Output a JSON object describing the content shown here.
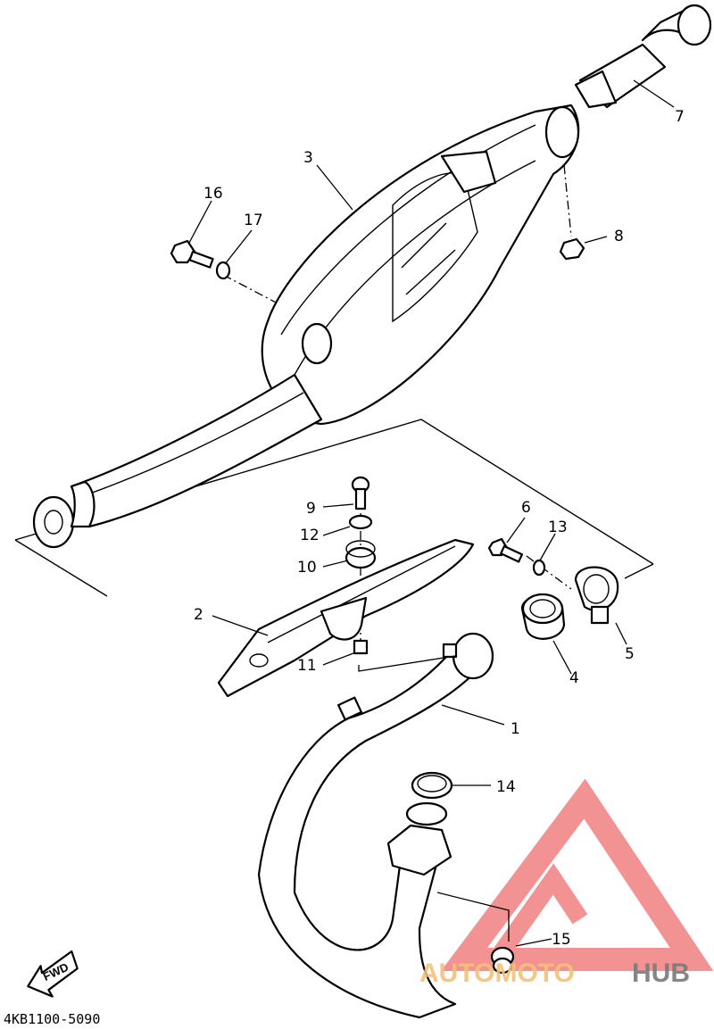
{
  "diagram": {
    "callouts": [
      {
        "id": "c1",
        "label": "1"
      },
      {
        "id": "c2",
        "label": "2"
      },
      {
        "id": "c3",
        "label": "3"
      },
      {
        "id": "c4",
        "label": "4"
      },
      {
        "id": "c5",
        "label": "5"
      },
      {
        "id": "c6",
        "label": "6"
      },
      {
        "id": "c7",
        "label": "7"
      },
      {
        "id": "c8",
        "label": "8"
      },
      {
        "id": "c9",
        "label": "9"
      },
      {
        "id": "c10",
        "label": "10"
      },
      {
        "id": "c11",
        "label": "11"
      },
      {
        "id": "c12",
        "label": "12"
      },
      {
        "id": "c13",
        "label": "13"
      },
      {
        "id": "c14",
        "label": "14"
      },
      {
        "id": "c15",
        "label": "15"
      },
      {
        "id": "c16",
        "label": "16"
      },
      {
        "id": "c17",
        "label": "17"
      }
    ],
    "fwd_label": "FWD",
    "drawing_code": "4KB1100-5090"
  },
  "watermark": {
    "text_part1": "AUTOMOTO",
    "text_part2": "HUB",
    "color_primary": "#f08080",
    "color_secondary": "#f5c07a",
    "color_dark": "#7a7a7a"
  }
}
